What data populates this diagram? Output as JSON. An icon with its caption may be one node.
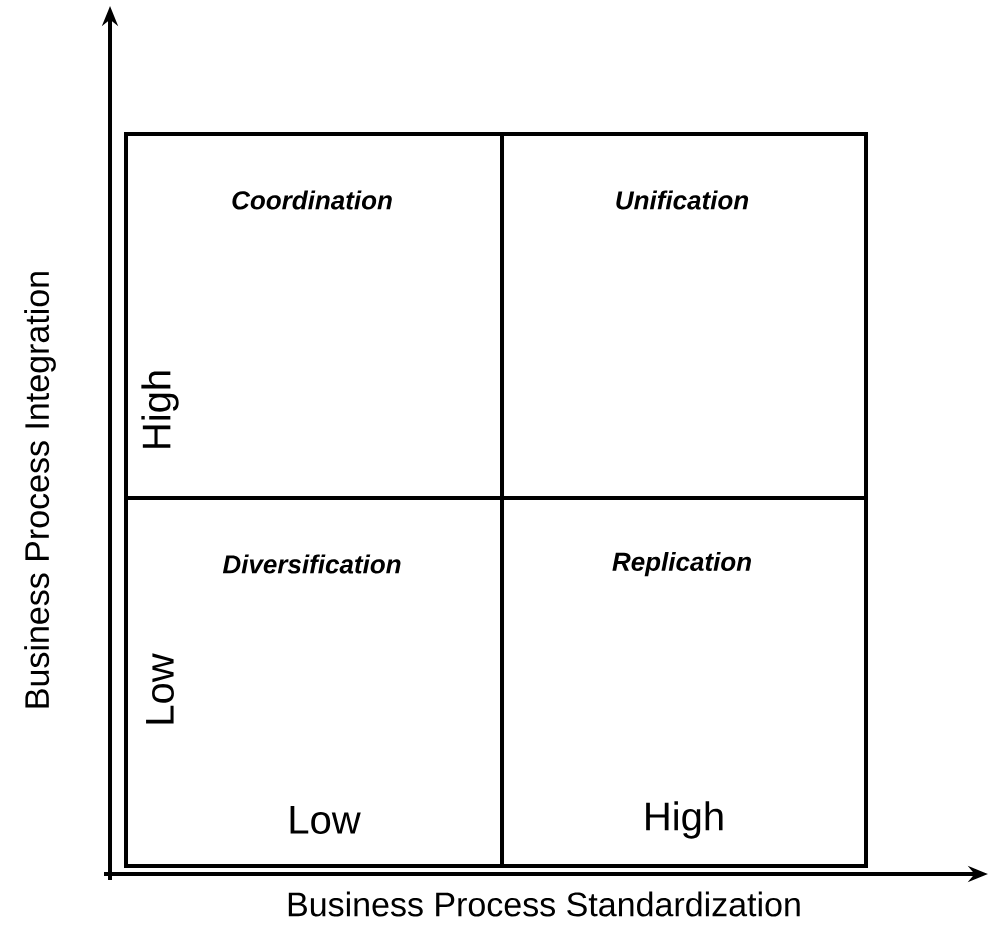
{
  "diagram": {
    "nodes": [
      {
        "text": [
          "Coordination"
        ]
      },
      {
        "text": [
          "Unification"
        ]
      },
      {
        "text": [
          "Diversification"
        ]
      },
      {
        "text": [
          "Replication"
        ]
      }
    ],
    "labels": [
      "Business Process Integration",
      "High",
      "Low",
      "Low",
      "High",
      "Business Process Standardization"
    ]
  }
}
